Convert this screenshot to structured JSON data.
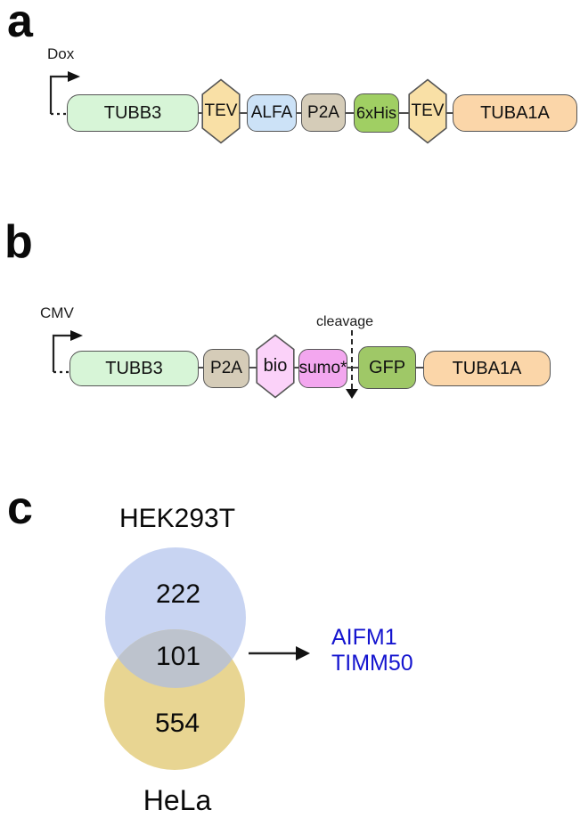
{
  "panels": {
    "a": {
      "label": "a",
      "promoter_label": "Dox",
      "construct": [
        {
          "label": "TUBB3",
          "shape": "box",
          "color": "#d7f5d7"
        },
        {
          "label": "TEV",
          "shape": "hexagon",
          "color": "#f9e0a6"
        },
        {
          "label": "ALFA",
          "shape": "box",
          "color": "#cce2f7"
        },
        {
          "label": "P2A",
          "shape": "box",
          "color": "#d5ccb8"
        },
        {
          "label": "6xHis",
          "shape": "box",
          "color": "#a0cf63"
        },
        {
          "label": "TEV",
          "shape": "hexagon",
          "color": "#f9e0a6"
        },
        {
          "label": "TUBA1A",
          "shape": "box",
          "color": "#fbd6a9"
        }
      ]
    },
    "b": {
      "label": "b",
      "promoter_label": "CMV",
      "cleavage_label": "cleavage",
      "construct": [
        {
          "label": "TUBB3",
          "shape": "box",
          "color": "#d7f5d7"
        },
        {
          "label": "P2A",
          "shape": "box",
          "color": "#d5ccb8"
        },
        {
          "label": "bio",
          "shape": "hexagon",
          "color": "#fbd2f9"
        },
        {
          "label": "sumo*",
          "shape": "box",
          "color": "#f3a7ef"
        },
        {
          "label": "GFP",
          "shape": "box",
          "color": "#9fc867"
        },
        {
          "label": "TUBA1A",
          "shape": "box",
          "color": "#fbd6a9"
        }
      ]
    },
    "c": {
      "label": "c",
      "venn": {
        "top_label": "HEK293T",
        "bottom_label": "HeLa",
        "top_count": "222",
        "overlap_count": "101",
        "bottom_count": "554",
        "colors": {
          "top": "#c8d4f2",
          "overlap": "#bdc3cd",
          "bottom": "#e8d592"
        }
      },
      "hits": [
        "AIFM1",
        "TIMM50"
      ],
      "hits_color": "#1414cf"
    }
  }
}
